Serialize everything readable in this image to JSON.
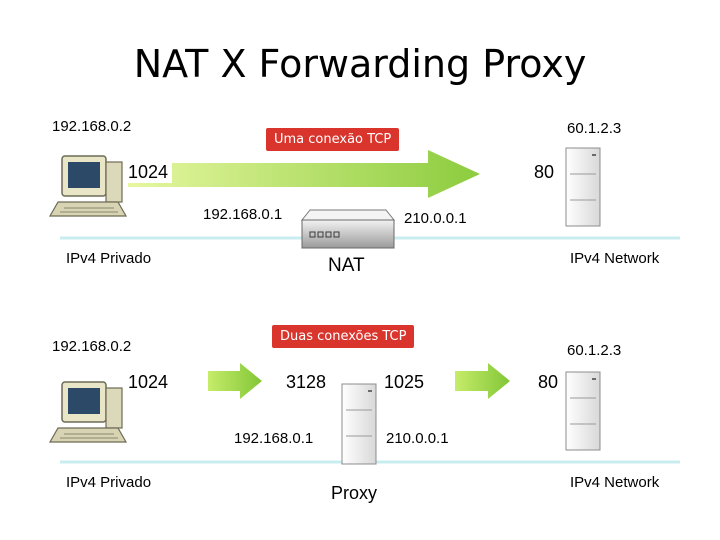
{
  "title": "NAT X Forwarding Proxy",
  "nat_section": {
    "client_ip": "192.168.0.2",
    "server_ip": "60.1.2.3",
    "callout": "Uma conexão TCP",
    "client_port": "1024",
    "server_port": "80",
    "nat_inner_ip": "192.168.0.1",
    "nat_outer_ip": "210.0.0.1",
    "left_network": "IPv4 Privado",
    "right_network": "IPv4 Network",
    "device_label": "NAT"
  },
  "proxy_section": {
    "client_ip": "192.168.0.2",
    "server_ip": "60.1.2.3",
    "callout": "Duas conexões TCP",
    "client_port": "1024",
    "proxy_inner_port": "3128",
    "proxy_outer_port": "1025",
    "server_port": "80",
    "proxy_inner_ip": "192.168.0.1",
    "proxy_outer_ip": "210.0.0.1",
    "left_network": "IPv4 Privado",
    "right_network": "IPv4 Network",
    "device_label": "Proxy"
  },
  "colors": {
    "arrow_fill_start": "#d8f27a",
    "arrow_fill_end": "#8ccc3e",
    "network_line": "#c9ecef",
    "callout_bg": "#d9352d"
  }
}
